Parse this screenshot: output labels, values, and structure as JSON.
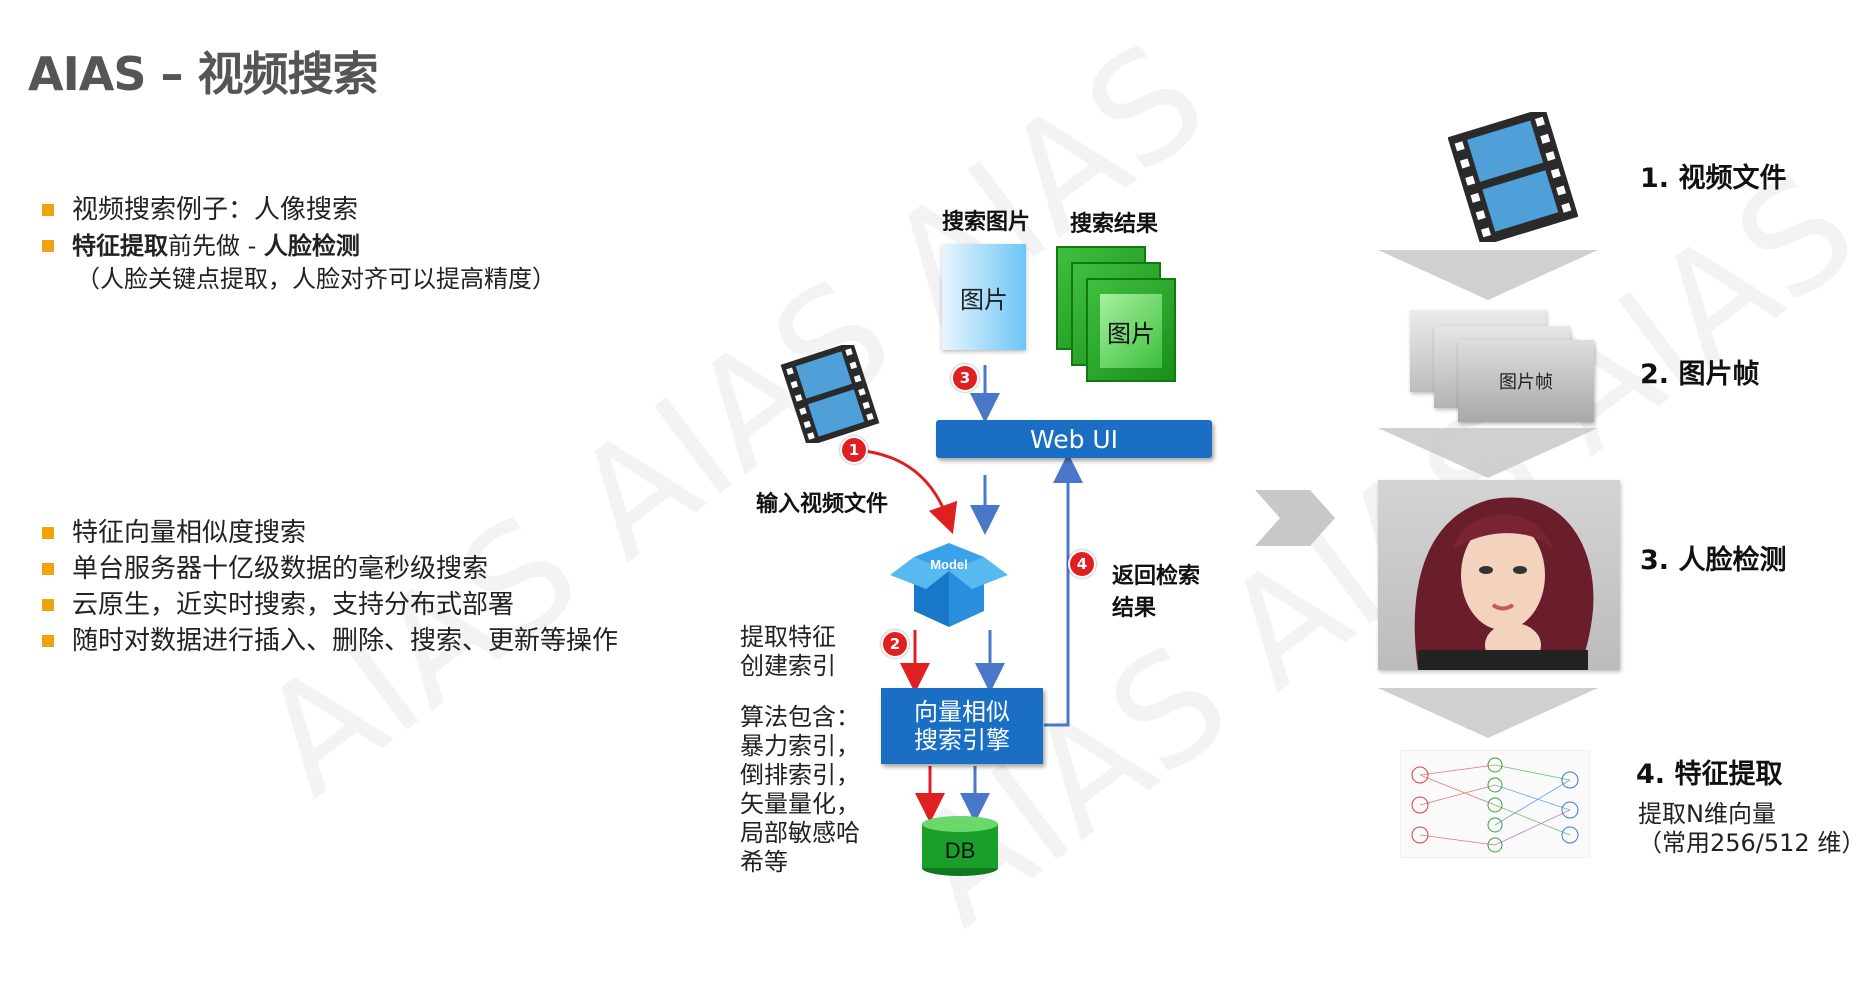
{
  "title": "AIAS – 视频搜索",
  "watermark": "AIAS AIAS AIAS",
  "top_bullets": {
    "item1": "视频搜索例子：人像搜索",
    "item2_bold1": "特征提取",
    "item2_mid": "前先做 - ",
    "item2_bold2": "人脸检测",
    "item2_sub": "（人脸关键点提取，人脸对齐可以提高精度）"
  },
  "bottom_bullets": [
    "特征向量相似度搜索",
    "单台服务器十亿级数据的毫秒级搜索",
    "云原生，近实时搜索，支持分布式部署",
    "随时对数据进行插入、删除、搜索、更新等操作"
  ],
  "flow": {
    "search_image_label": "搜索图片",
    "search_result_label": "搜索结果",
    "image_text": "图片",
    "result_image_text": "图片",
    "webui_label": "Web UI",
    "input_video_label": "输入视频文件",
    "return_result_label_1": "返回检索",
    "return_result_label_2": "结果",
    "model_label": "Model",
    "extract_feature_1": "提取特征",
    "extract_feature_2": "创建索引",
    "algorithms": [
      "算法包含：",
      "暴力索引，",
      "倒排索引，",
      "矢量量化，",
      "局部敏感哈",
      "希等"
    ],
    "engine_line1": "向量相似",
    "engine_line2": "搜索引擎",
    "db_label": "DB",
    "steps": [
      "1",
      "2",
      "3",
      "4"
    ]
  },
  "pipeline": {
    "step1": "1. 视频文件",
    "step2": "2. 图片帧",
    "frame_text": "图片帧",
    "step3": "3. 人脸检测",
    "step4": "4. 特征提取",
    "step4_sub1": "提取N维向量",
    "step4_sub2": "（常用256/512 维）"
  },
  "colors": {
    "accent": "#f0a30a",
    "blue": "#1a6fc4",
    "red_arrow": "#e02020",
    "green": "#1a9f2a"
  }
}
